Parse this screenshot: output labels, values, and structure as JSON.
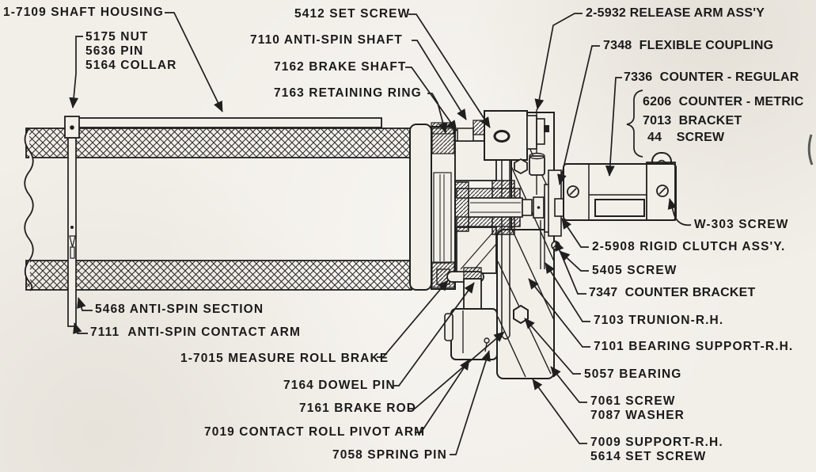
{
  "figure": {
    "kind": "scanned-parts-assembly-diagram",
    "colors": {
      "paper": "#f2efe9",
      "ink": "#1f1f1f"
    }
  },
  "labels": [
    {
      "id": "shaft-housing",
      "text": "1-7109 SHAFT HOUSING"
    },
    {
      "id": "nut-5175",
      "text": "5175 NUT"
    },
    {
      "id": "pin-5636",
      "text": "5636 PIN"
    },
    {
      "id": "collar-5164",
      "text": "5164 COLLAR"
    },
    {
      "id": "set-screw-5412",
      "text": "5412 SET SCREW"
    },
    {
      "id": "anti-spin-shaft-7110",
      "text": "7110 ANTI-SPIN SHAFT"
    },
    {
      "id": "brake-shaft-7162",
      "text": "7162 BRAKE SHAFT"
    },
    {
      "id": "retaining-ring-7163",
      "text": "7163 RETAINING RING"
    },
    {
      "id": "release-arm-assy-2-5932",
      "text": "2-5932 RELEASE ARM ASS'Y"
    },
    {
      "id": "flexible-coupling-7348",
      "text": "7348  FLEXIBLE COUPLING"
    },
    {
      "id": "counter-regular-7336",
      "text": "7336  COUNTER - REGULAR"
    },
    {
      "id": "counter-metric-6206",
      "text": "6206  COUNTER - METRIC"
    },
    {
      "id": "bracket-7013",
      "text": "7013  BRACKET"
    },
    {
      "id": "screw-44",
      "text": "44    SCREW"
    },
    {
      "id": "screw-w303",
      "text": "W-303 SCREW"
    },
    {
      "id": "rigid-clutch-assy-2-5908",
      "text": "2-5908 RIGID CLUTCH ASS'Y."
    },
    {
      "id": "screw-5405",
      "text": "5405 SCREW"
    },
    {
      "id": "counter-bracket-7347",
      "text": "7347  COUNTER BRACKET"
    },
    {
      "id": "trunion-rh-7103",
      "text": "7103 TRUNION-R.H."
    },
    {
      "id": "bearing-support-rh-7101",
      "text": "7101 BEARING SUPPORT-R.H."
    },
    {
      "id": "bearing-5057",
      "text": "5057 BEARING"
    },
    {
      "id": "screw-7061",
      "text": "7061 SCREW"
    },
    {
      "id": "washer-7087",
      "text": "7087 WASHER"
    },
    {
      "id": "support-rh-7009",
      "text": "7009 SUPPORT-R.H."
    },
    {
      "id": "set-screw-5614",
      "text": "5614 SET SCREW"
    },
    {
      "id": "anti-spin-section-5468",
      "text": "5468 ANTI-SPIN SECTION"
    },
    {
      "id": "anti-spin-contact-arm-7111",
      "text": "7111  ANTI-SPIN CONTACT ARM"
    },
    {
      "id": "measure-roll-brake-1-7015",
      "text": "1-7015 MEASURE ROLL BRAKE"
    },
    {
      "id": "dowel-pin-7164",
      "text": "7164 DOWEL PIN"
    },
    {
      "id": "brake-rod-7161",
      "text": "7161 BRAKE ROD"
    },
    {
      "id": "contact-roll-pivot-arm-7019",
      "text": "7019 CONTACT ROLL PIVOT ARM"
    },
    {
      "id": "spring-pin-7058",
      "text": "7058 SPRING PIN"
    }
  ]
}
